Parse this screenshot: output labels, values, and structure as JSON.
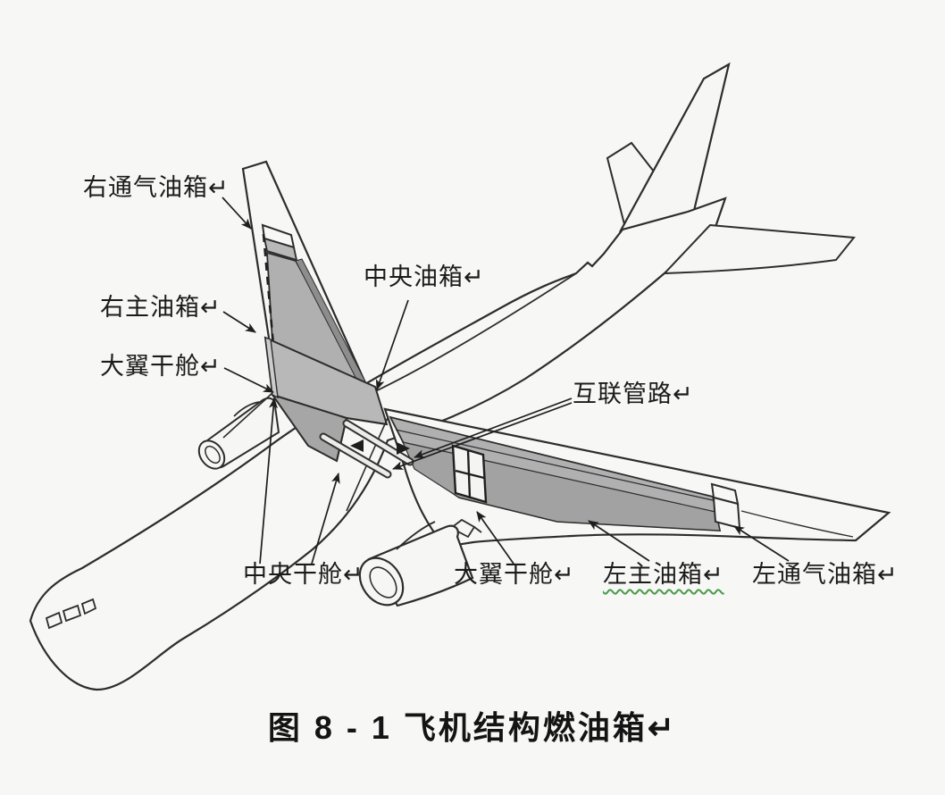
{
  "figure": {
    "caption": "图  8 - 1   飞机结构燃油箱↵",
    "background_color": "#f7f7f5",
    "line_color": "#2d2d2d",
    "tank_fill_color": "#b0b0b0"
  },
  "labels": {
    "right_vent_tank": "右通气油箱↵",
    "right_main_tank": "右主油箱↵",
    "wing_dry_bay_right": "大翼干舱↵",
    "center_tank": "中央油箱↵",
    "interconnect_piping": "互联管路↵",
    "center_dry_bay": "中央干舱↵",
    "wing_dry_bay_left": "大翼干舱↵",
    "left_main_tank": "左主油箱↵",
    "left_vent_tank": "左通气油箱↵"
  }
}
